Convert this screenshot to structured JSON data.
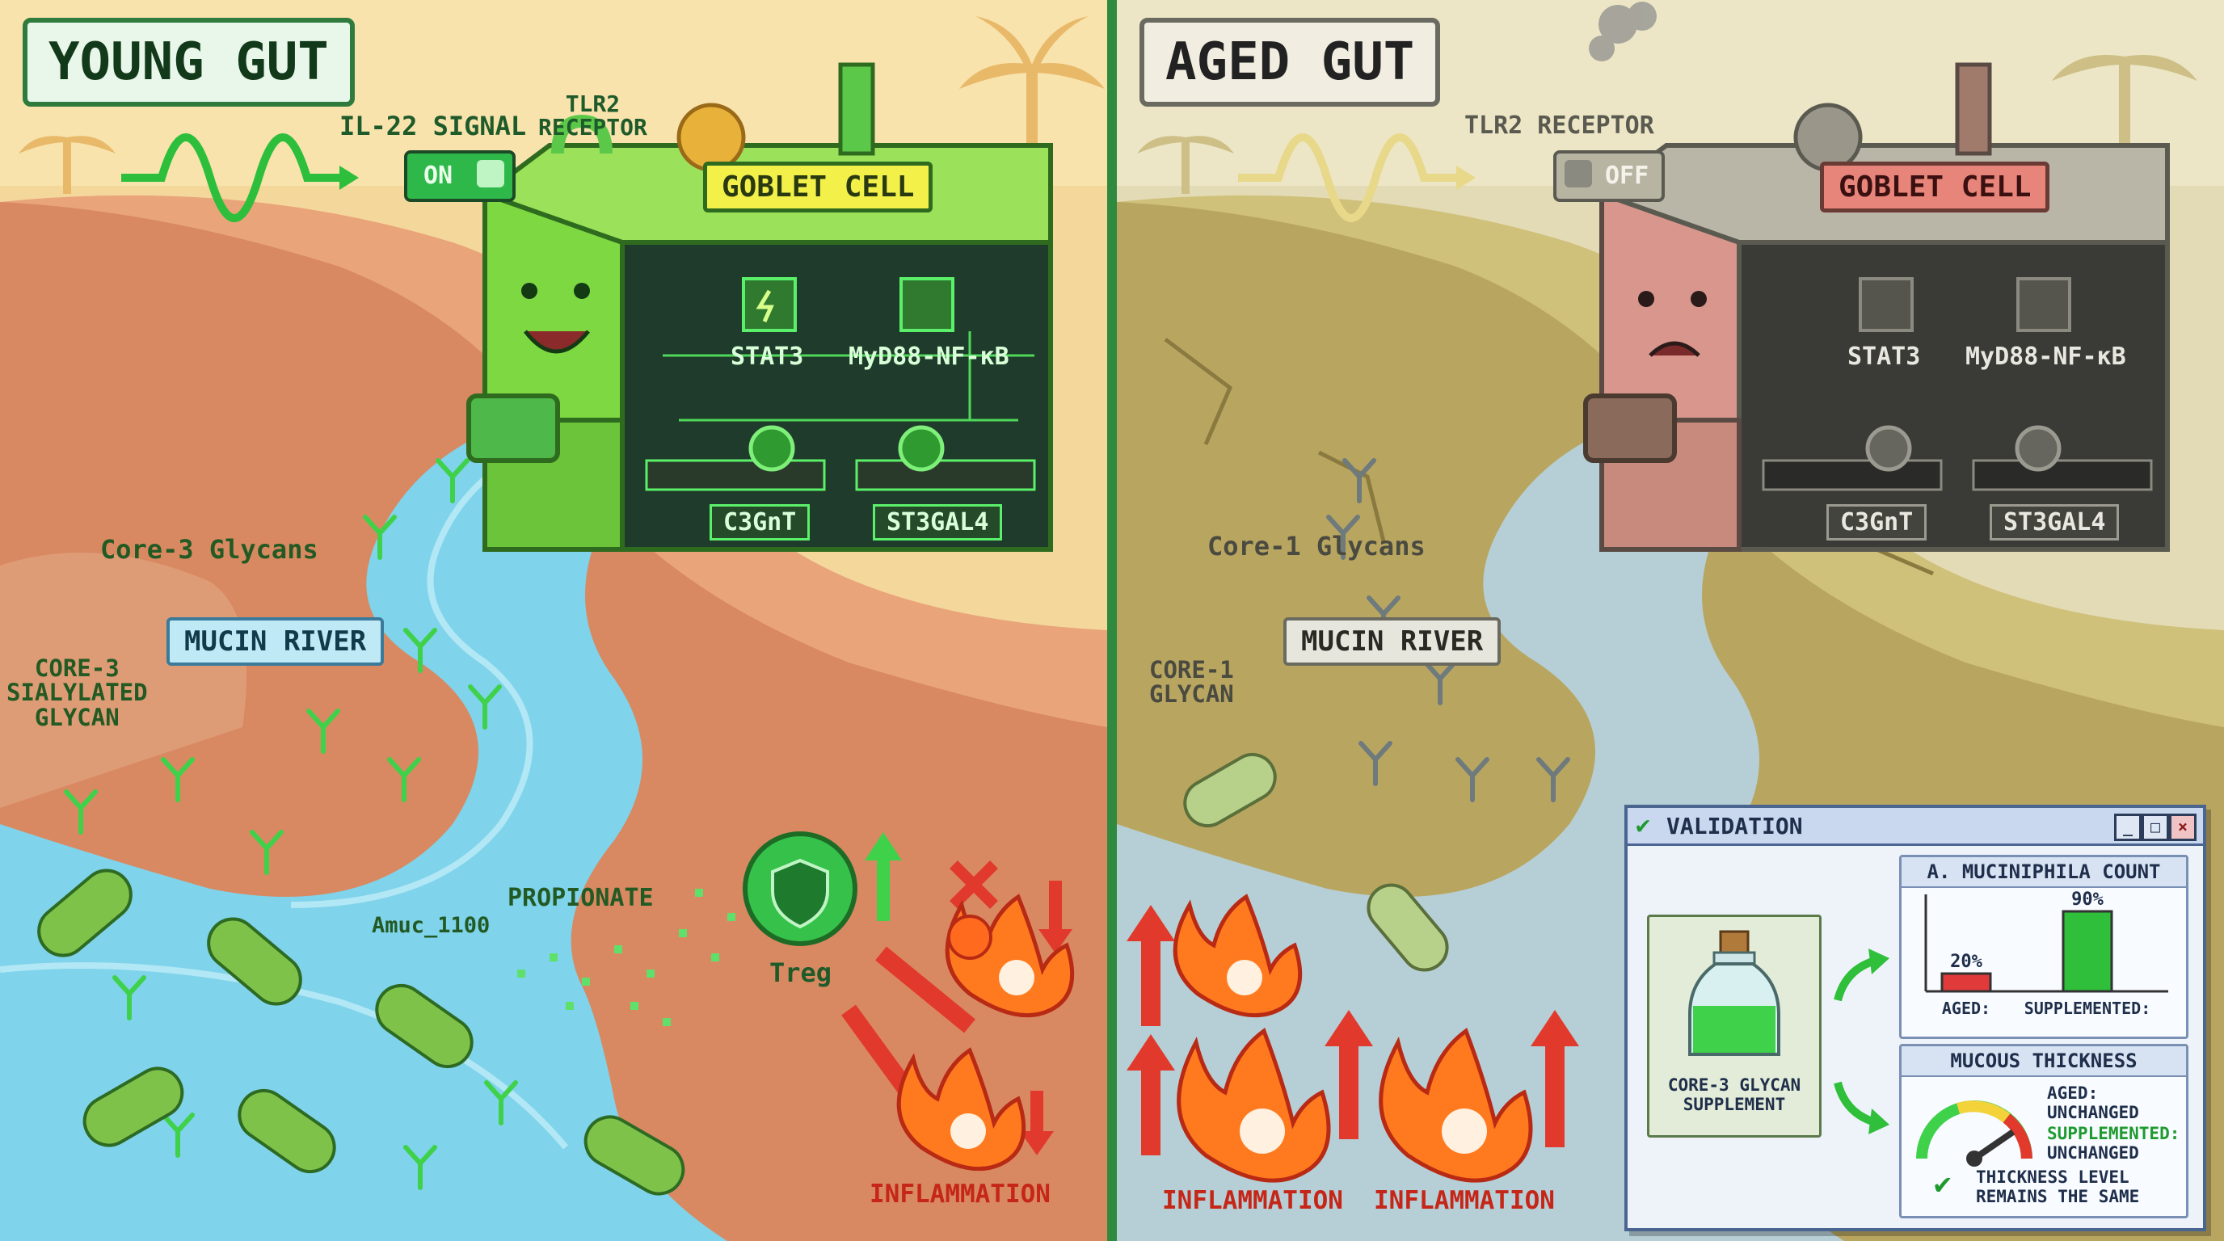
{
  "young": {
    "title": "YOUNG GUT",
    "il22_label": "IL-22 SIGNAL",
    "tlr2_label": "TLR2\nRECEPTOR",
    "toggle": "ON",
    "goblet": "GOBLET CELL",
    "chip_left": "STAT3",
    "chip_right": "MyD88-NF-κB",
    "enzyme_left": "C3GnT",
    "enzyme_right": "ST3GAL4",
    "glycans": "Core-3 Glycans",
    "river": "MUCIN RIVER",
    "sialylated": "CORE-3\nSIALYLATED\nGLYCAN",
    "amuc": "Amuc_1100",
    "propionate": "PROPIONATE",
    "treg": "Treg",
    "inflammation": "INFLAMMATION"
  },
  "aged": {
    "title": "AGED GUT",
    "tlr2_label": "TLR2 RECEPTOR",
    "toggle": "OFF",
    "goblet": "GOBLET CELL",
    "chip_left": "STAT3",
    "chip_right": "MyD88-NF-κB",
    "enzyme_left": "C3GnT",
    "enzyme_right": "ST3GAL4",
    "glycans": "Core-1 Glycans",
    "river": "MUCIN RIVER",
    "core1": "CORE-1\nGLYCAN",
    "inflammation_1": "INFLAMMATION",
    "inflammation_2": "INFLAMMATION"
  },
  "validation": {
    "title": "VALIDATION",
    "supplement": "CORE-3 GLYCAN\nSUPPLEMENT",
    "count_title": "A. MUCINIPHILA COUNT",
    "count_chart": {
      "type": "bar",
      "categories": [
        "AGED:",
        "SUPPLEMENTED:"
      ],
      "values": [
        20,
        90
      ],
      "value_labels": [
        "20%",
        "90%"
      ],
      "ylim": [
        0,
        100
      ],
      "colors": [
        "#e03a3a",
        "#2fbf3a"
      ]
    },
    "thickness_title": "MUCOUS THICKNESS",
    "aged_line1": "AGED:",
    "aged_line2": "UNCHANGED",
    "supp_line1": "SUPPLEMENTED:",
    "supp_line2": "UNCHANGED",
    "note": "THICKNESS LEVEL\nREMAINS THE SAME"
  },
  "colors": {
    "young_sky": "#f7dfa3",
    "young_sand": "#e9a97c",
    "river_young": "#7fd3ea",
    "aged_sky": "#e6deba",
    "aged_sand": "#cbb867",
    "river_aged": "#b6cfd6",
    "green_glow": "#3fd14a",
    "inflammation_red": "#e13a2c"
  }
}
